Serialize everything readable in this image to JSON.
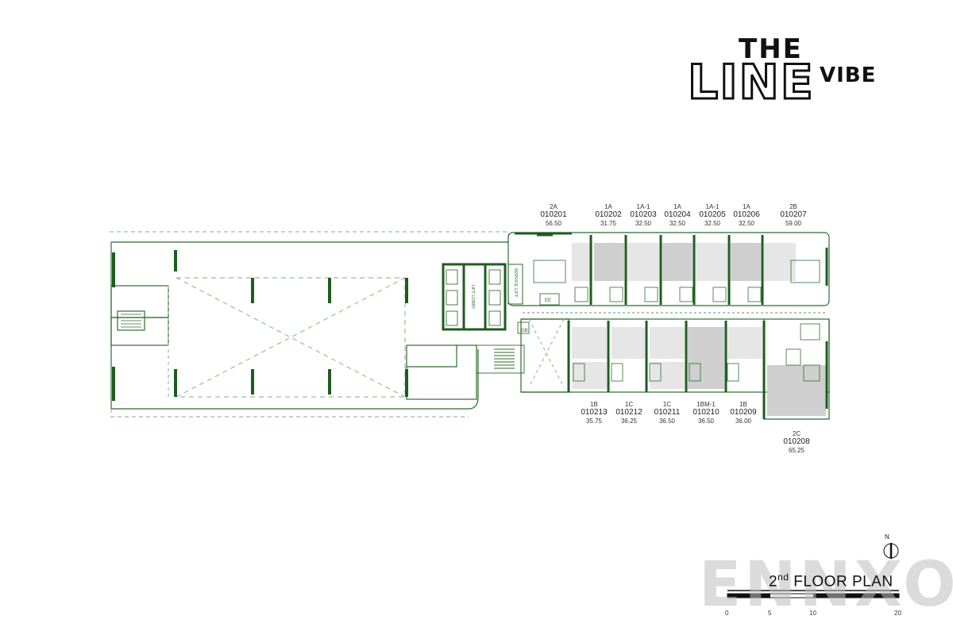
{
  "logo": {
    "the": "THE",
    "line": "LINE",
    "vibe": "VIBE"
  },
  "units_top": [
    {
      "type": "2A",
      "code": "010201",
      "area": "56.50"
    },
    {
      "type": "1A",
      "code": "010202",
      "area": "31.75"
    },
    {
      "type": "1A-1",
      "code": "010203",
      "area": "32.50"
    },
    {
      "type": "1A",
      "code": "010204",
      "area": "32.50"
    },
    {
      "type": "1A-1",
      "code": "010205",
      "area": "32.50"
    },
    {
      "type": "1A",
      "code": "010206",
      "area": "32.50"
    },
    {
      "type": "2B",
      "code": "010207",
      "area": "59.00"
    }
  ],
  "units_bottom": [
    {
      "type": "1B",
      "code": "010213",
      "area": "35.75"
    },
    {
      "type": "1C",
      "code": "010212",
      "area": "36.25"
    },
    {
      "type": "1C",
      "code": "010211",
      "area": "36.50"
    },
    {
      "type": "1BM-1",
      "code": "010210",
      "area": "36.50"
    },
    {
      "type": "1B",
      "code": "010209",
      "area": "36.00"
    },
    {
      "type": "2C",
      "code": "010208",
      "area": "65.25"
    }
  ],
  "plan_labels": {
    "lift_lobby": "LIFT LOBBY",
    "service_lift": "SERVICE LIFT",
    "ee": "EE",
    "gb": "GB"
  },
  "watermark": "ENNXO",
  "floor_title": {
    "ordinal": "2",
    "suffix": "nd",
    "rest": " FLOOR PLAN"
  },
  "scale": {
    "ticks": [
      "0",
      "5",
      "10",
      "20"
    ]
  },
  "compass": {
    "label": "N"
  },
  "colors": {
    "wall": "#1f5c1f",
    "thin": "#2e6b2e",
    "shade": "#c8c8c8",
    "faint": "#9abf9a"
  }
}
